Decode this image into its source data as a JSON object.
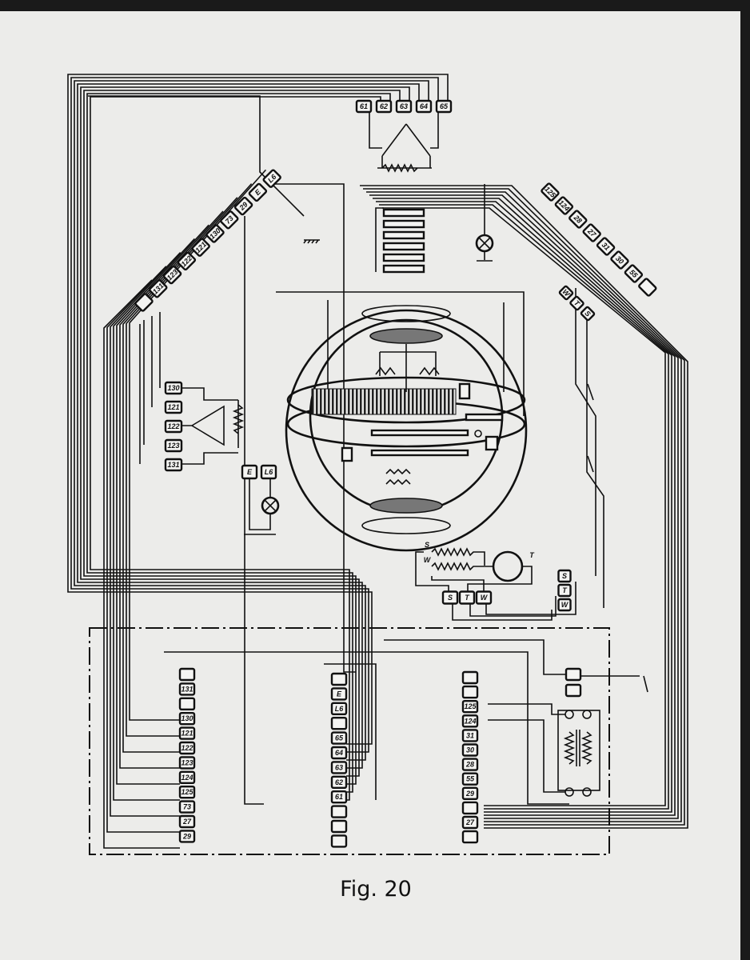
{
  "caption": "Fig. 20",
  "top_terminals": [
    "61",
    "62",
    "63",
    "64",
    "65"
  ],
  "left_diagonal_terminals": [
    "",
    "131",
    "123",
    "122",
    "121",
    "130",
    "73",
    "29",
    "E",
    "L6"
  ],
  "right_diagonal_terminals": [
    "125",
    "124",
    "28",
    "27",
    "31",
    "30",
    "55",
    ""
  ],
  "motor_diagonal_terminals": [
    "W",
    "T",
    "S"
  ],
  "left_resistor_terminals": [
    "130",
    "121",
    "122",
    "123",
    "131"
  ],
  "lamp_terminals": [
    "E",
    "L6"
  ],
  "motor": {
    "field_labels": [
      "S",
      "W"
    ],
    "armature_label": "T",
    "terminals_bottom": [
      "S",
      "T",
      "W"
    ],
    "terminals_right": [
      "S",
      "T",
      "W"
    ]
  },
  "panel_left_column": [
    "",
    "131",
    "",
    "130",
    "121",
    "122",
    "123",
    "124",
    "125",
    "73",
    "27",
    "29"
  ],
  "panel_middle_column": [
    "",
    "E",
    "L6",
    "",
    "65",
    "64",
    "63",
    "62",
    "61",
    "",
    "",
    ""
  ],
  "panel_right_column": [
    "",
    "",
    "125",
    "124",
    "31",
    "30",
    "28",
    "55",
    "29",
    "",
    "27",
    ""
  ]
}
